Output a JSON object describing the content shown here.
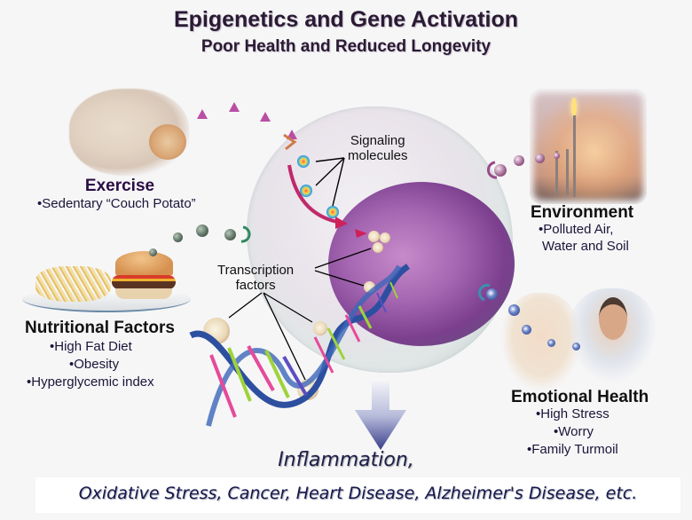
{
  "title": "Epigenetics and Gene Activation",
  "subtitle": "Poor Health and Reduced Longevity",
  "factors": {
    "exercise": {
      "heading": "Exercise",
      "bullets": [
        "•Sedentary “Couch Potato”"
      ],
      "image": "couch-potato-photo"
    },
    "nutrition": {
      "heading": "Nutritional Factors",
      "bullets": [
        "•High Fat Diet",
        "•Obesity",
        "•Hyperglycemic index"
      ],
      "image": "burger-and-fries-photo"
    },
    "environment": {
      "heading": "Environment",
      "bullets": [
        "•Polluted Air,",
        "Water and Soil"
      ],
      "image": "industrial-pollution-photo"
    },
    "emotional": {
      "heading": "Emotional Health",
      "bullets": [
        "•High Stress",
        "•Worry",
        "•Family Turmoil"
      ],
      "image": "stressed-people-photo"
    }
  },
  "cell_labels": {
    "signaling": [
      "Signaling",
      "molecules"
    ],
    "transcription": [
      "Transcription",
      "factors"
    ]
  },
  "outcome": {
    "line1": "Inflammation,",
    "line2": "Oxidative Stress, Cancer, Heart Disease, Alzheimer's Disease, etc."
  },
  "colors": {
    "heading_purple": "#2b0d45",
    "exercise_signal": "#b94ea3",
    "nutrition_signal": "#4f6a58",
    "environment_signal": "#9a5a8e",
    "emotional_signal": "#2d3f8c",
    "outcome_text": "#14174a"
  }
}
